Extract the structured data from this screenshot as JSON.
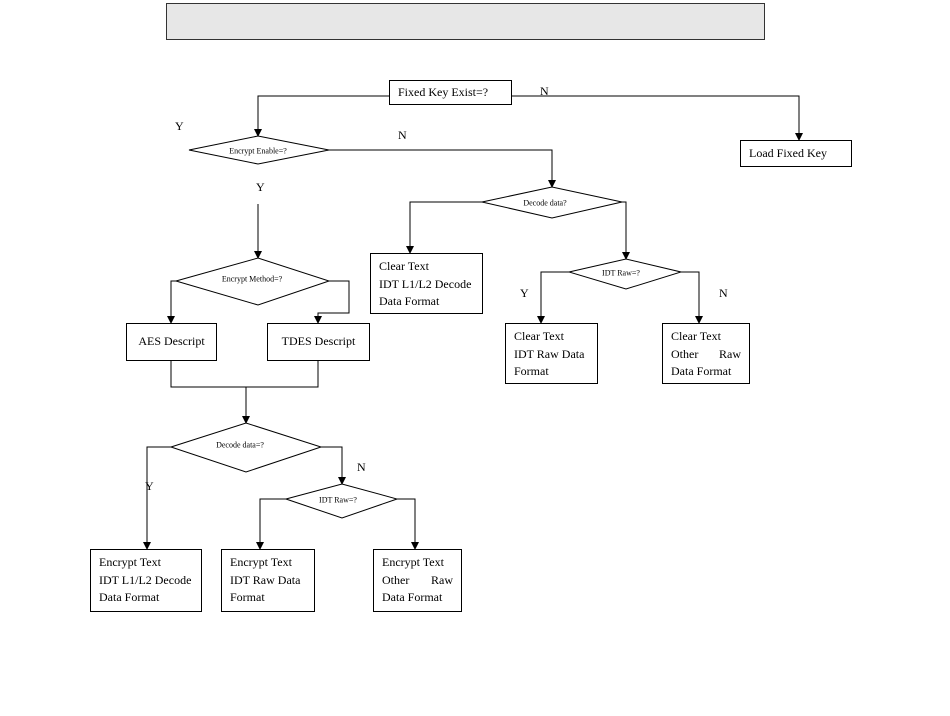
{
  "nodes": {
    "fixed_key_exist": "Fixed Key Exist=?",
    "load_fixed_key": "Load Fixed Key",
    "aes_descript": "AES Descript",
    "tdes_descript": "TDES Descript"
  },
  "decisions": {
    "encrypt_enable": "Encrypt Enable=?",
    "decode_data_clear": "Decode data?",
    "idt_raw_clear": "IDT Raw=?",
    "encrypt_method": "Encrypt Method=?",
    "decode_data_enc": "Decode data=?",
    "idt_raw_enc": "IDT Raw=?"
  },
  "outputs": {
    "clear_decode": [
      "Clear Text",
      "IDT L1/L2 Decode",
      "Data Format"
    ],
    "clear_idt_raw": [
      "Clear Text",
      "IDT Raw Data",
      "Format"
    ],
    "clear_other_raw": [
      "Clear Text",
      "Other",
      "Raw",
      "Data Format"
    ],
    "encrypt_decode": [
      "Encrypt Text",
      "IDT L1/L2 Decode",
      "Data Format"
    ],
    "encrypt_idt_raw": [
      "Encrypt Text",
      "IDT Raw Data",
      "Format"
    ],
    "encrypt_other_raw": [
      "Encrypt Text",
      "Other",
      "Raw",
      "Data Format"
    ]
  },
  "branches": {
    "yes": "Y",
    "no": "N"
  },
  "colors": {
    "header_fill": "#e7e7e7",
    "line": "#000000",
    "background": "#ffffff"
  }
}
